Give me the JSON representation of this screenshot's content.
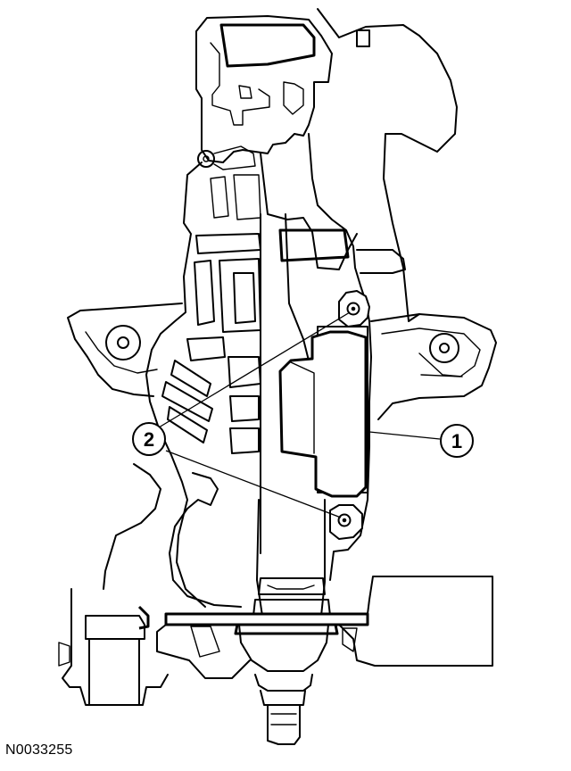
{
  "figure": {
    "reference_code": "N0033255"
  },
  "callouts": [
    {
      "number": "1"
    },
    {
      "number": "2"
    }
  ]
}
